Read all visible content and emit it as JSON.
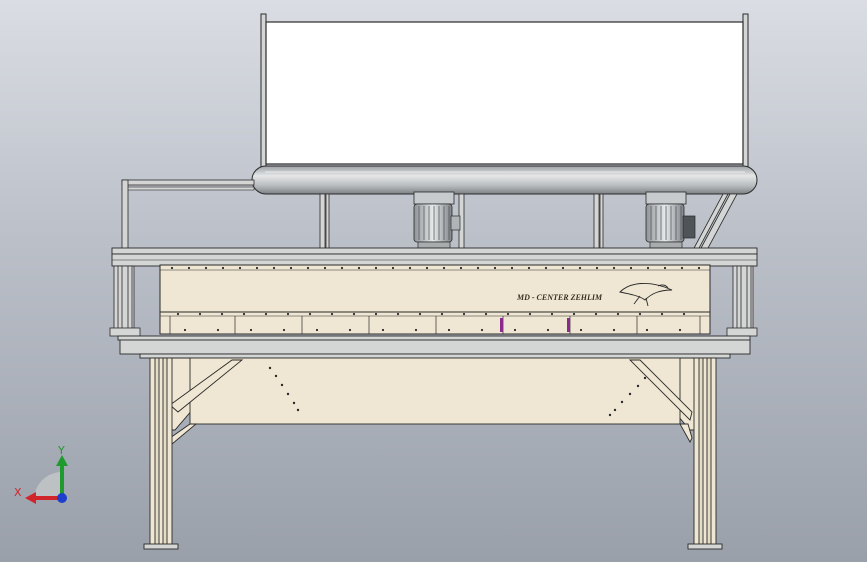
{
  "machine_label": "MD - CENTER ZEHLIM",
  "triad": {
    "x_label": "X",
    "y_label": "Y"
  },
  "colors": {
    "background_top": "#dadde3",
    "background_bottom": "#9aa0aa",
    "body_fill": "#efe7d3",
    "steel_fill": "#d4d6d5",
    "motor_fill": "#cfd3d6",
    "outline": "#2a2a2a",
    "x_axis": "#d0262b",
    "y_axis": "#1f9a2e",
    "z_axis": "#1d3fcc"
  },
  "icons": [
    "logo-bird-icon",
    "motor-icon",
    "axis-triad-icon"
  ]
}
